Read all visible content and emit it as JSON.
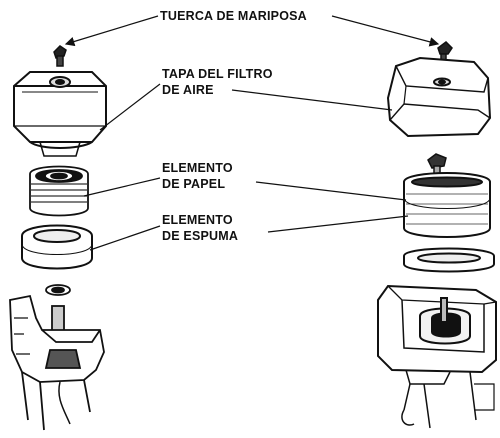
{
  "labels": {
    "wing_nut": "TUERCA DE MARIPOSA",
    "cover_line1": "TAPA DEL FILTRO",
    "cover_line2": "DE AIRE",
    "paper_line1": "ELEMENTO",
    "paper_line2": "DE PAPEL",
    "foam_line1": "ELEMENTO",
    "foam_line2": "DE ESPUMA"
  },
  "colors": {
    "ink": "#111111",
    "background": "#ffffff",
    "shade": "#9a9a9a"
  }
}
